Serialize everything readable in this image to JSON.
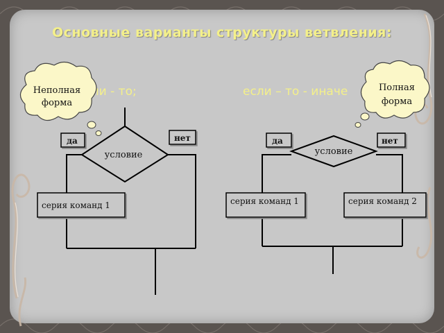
{
  "slide": {
    "title": "Основные варианты структуры ветвления:",
    "subtitle_left": "если - то;",
    "subtitle_right": "если – то - иначе"
  },
  "callouts": {
    "left": "Неполная форма",
    "right": "Полная форма"
  },
  "left_diagram": {
    "condition": "условие",
    "yes_label": "да",
    "no_label": "нет",
    "command_box": "серия команд 1"
  },
  "right_diagram": {
    "condition": "условие",
    "yes_label": "да",
    "no_label": "нет",
    "command_box_1": "серия команд 1",
    "command_box_2": "серия команд 2"
  },
  "colors": {
    "title": "#f4f08a",
    "slide_background": "#c8c8c8",
    "frame": "#5a5450",
    "callout": "#fbf7c8",
    "box_border": "#000000"
  }
}
